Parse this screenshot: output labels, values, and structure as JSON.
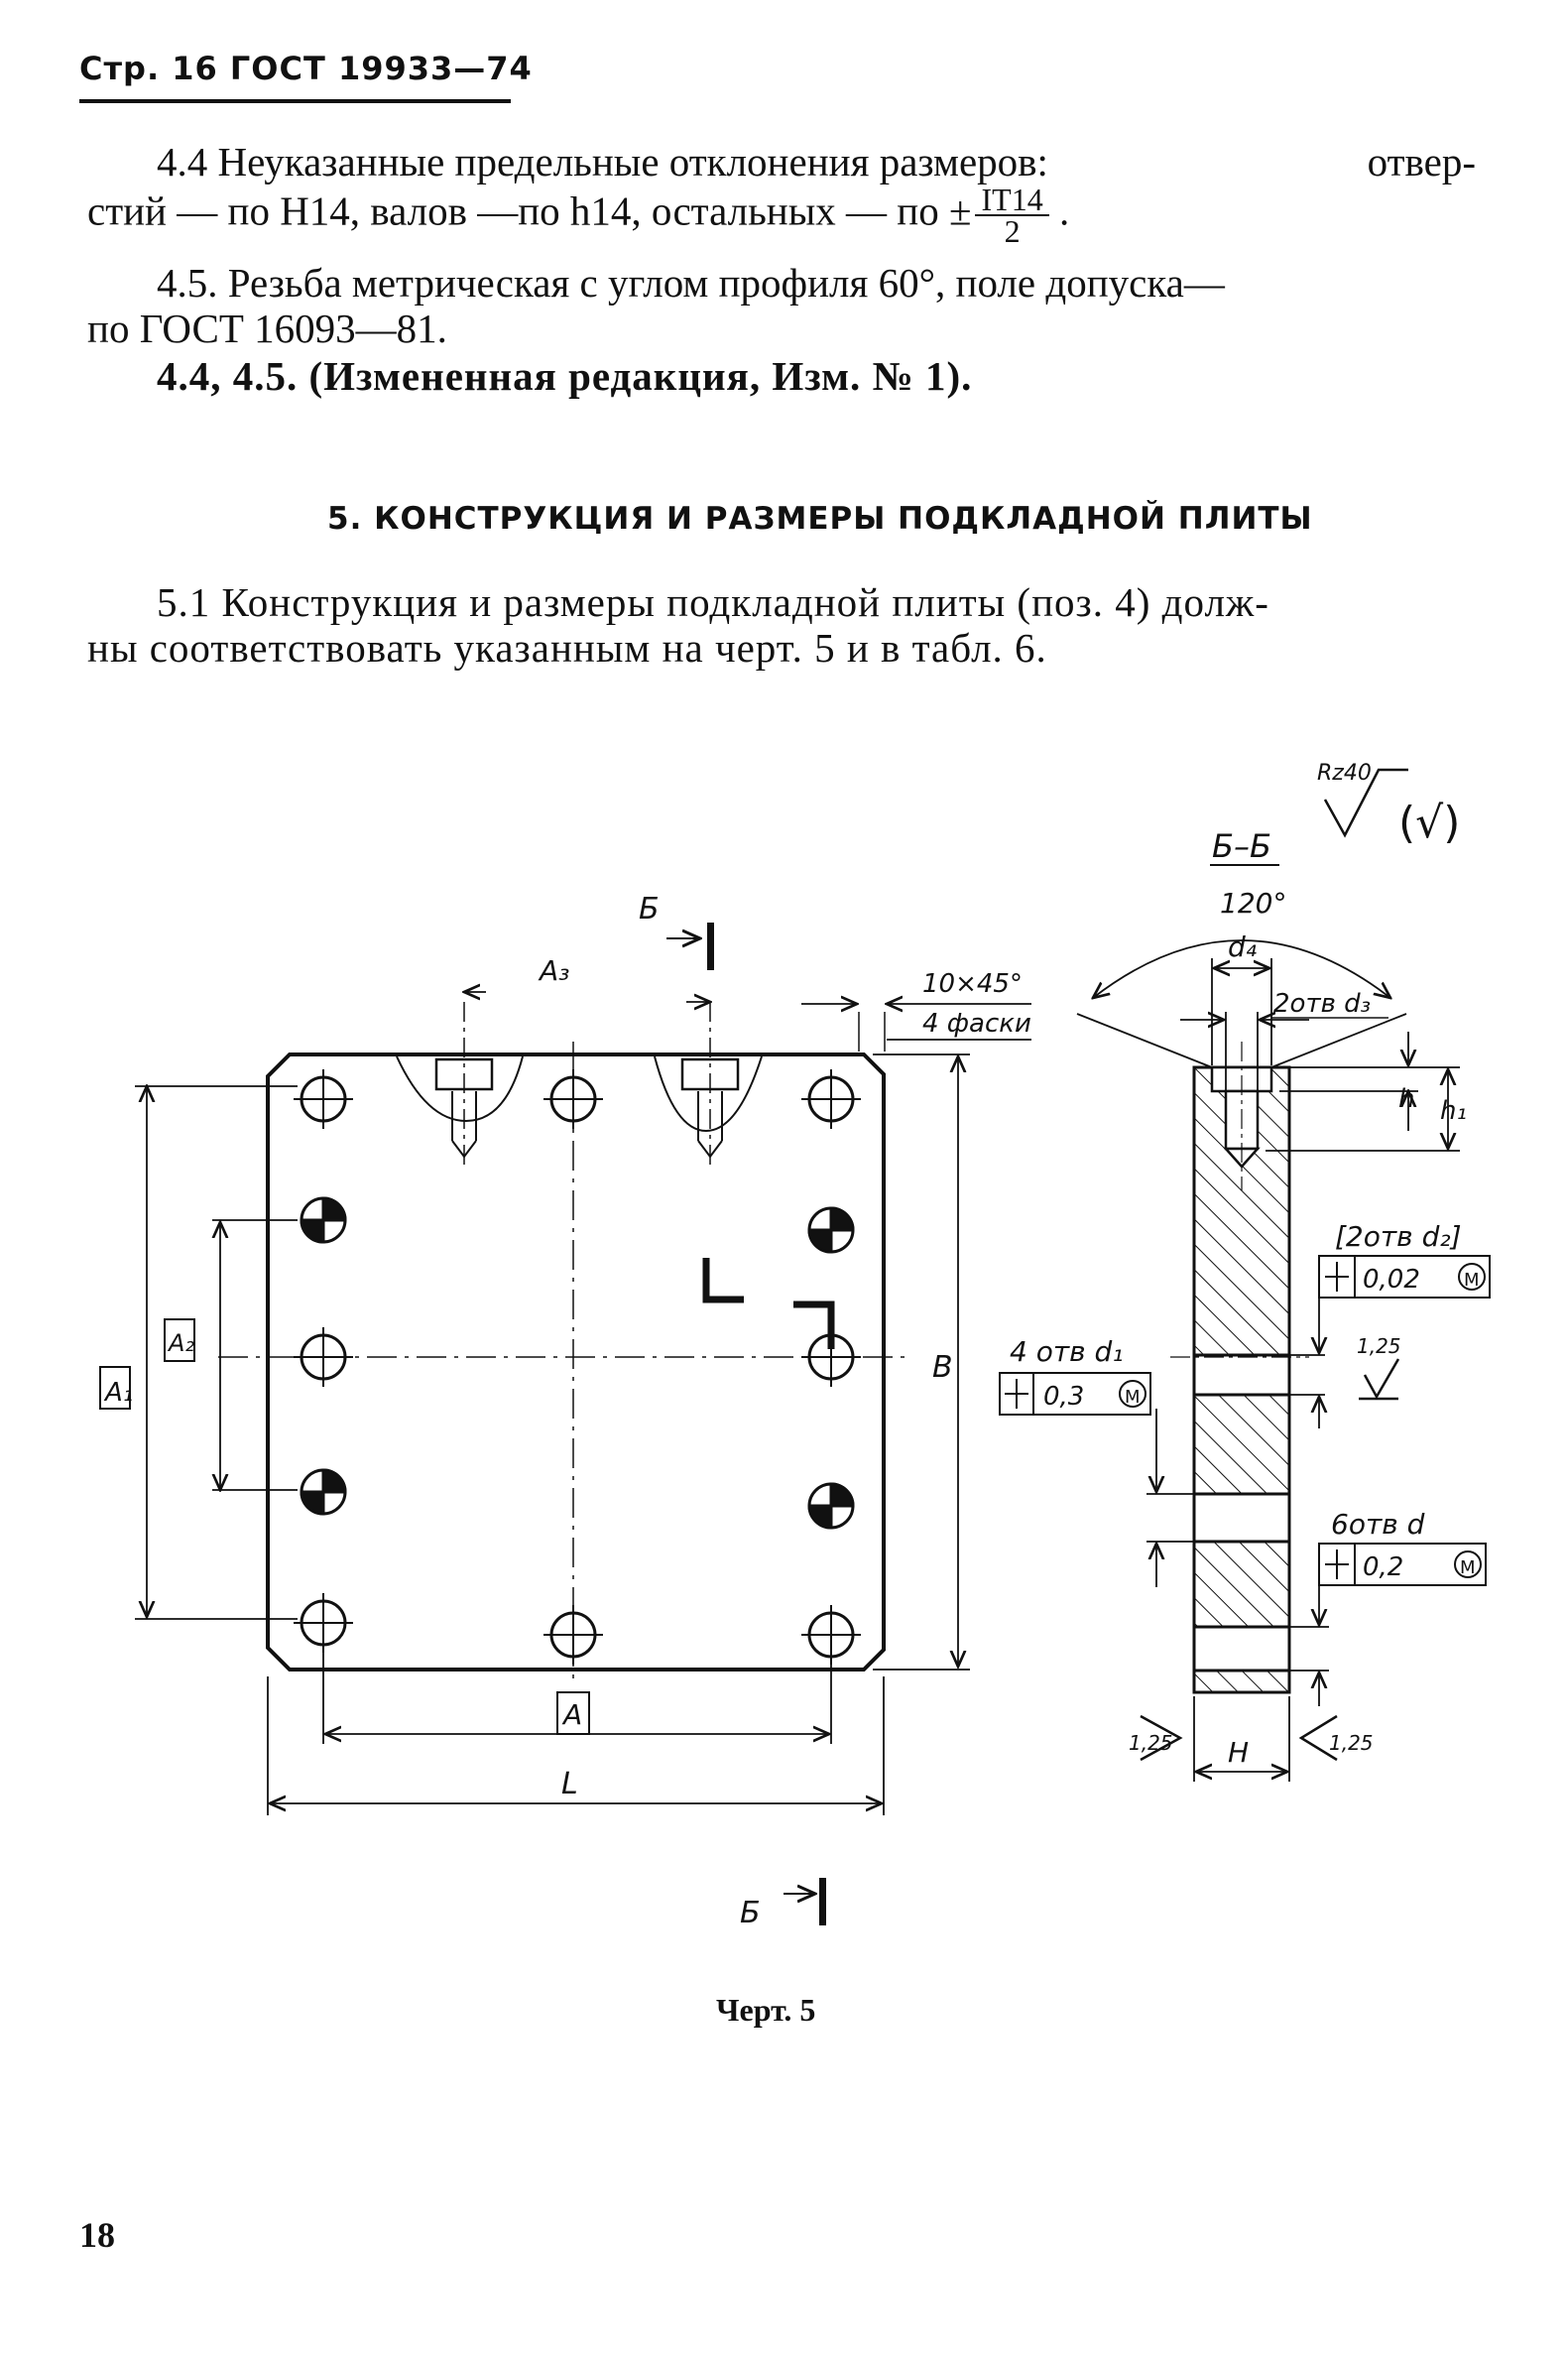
{
  "header": {
    "title": "Стр. 16 ГОСТ 19933—74"
  },
  "paragraphs": {
    "p44_line1": "4.4 Неуказанные предельные отклонения размеров:",
    "p44_line1_end": "отвер-",
    "p44_line2": "стий — по H14, валов —по h14, остальных — по ±",
    "p44_frac_num": "IT14",
    "p44_frac_den": "2",
    "p45_line1": "4.5. Резьба метрическая с углом профиля 60°, поле допуска—",
    "p45_line2": "по ГОСТ 16093—81.",
    "amend": "4.4, 4.5. (Измененная редакция, Изм. № 1).",
    "section_title": "5. КОНСТРУКЦИЯ И РАЗМЕРЫ ПОДКЛАДНОЙ ПЛИТЫ",
    "p51_line1": "5.1 Конструкция и размеры подкладной плиты (поз. 4) долж-",
    "p51_line2": "ны соответствовать указанным на черт. 5 и в табл. 6."
  },
  "drawing": {
    "roughness": "Rz40",
    "roughness_paren": "(√)",
    "section_name": "Б–Б",
    "section_cut_top": "Б",
    "section_cut_bottom": "Б",
    "angle": "120°",
    "d4": "d₄",
    "holes_d3": "2отв d₃",
    "a3": "A₃",
    "chamfer_size": "10×45°",
    "chamfer_count": "4 фаски",
    "h": "h",
    "h1": "h₁",
    "holes_d2": "[2отв d₂]",
    "tol_d2": "0,02",
    "holes_d1": "4 отв d₁",
    "tol_d1": "0,3",
    "roughness_hole": "1,25",
    "holes_d": "6отв d",
    "tol_d": "0,2",
    "mod": "M",
    "b": "B",
    "a1": "A₁",
    "a2": "A₂",
    "a": "A",
    "l": "L",
    "h_thick": "H",
    "edge_rough_left": "1,25",
    "edge_rough_right": "1,25"
  },
  "caption": "Черт. 5",
  "page_number": "18"
}
